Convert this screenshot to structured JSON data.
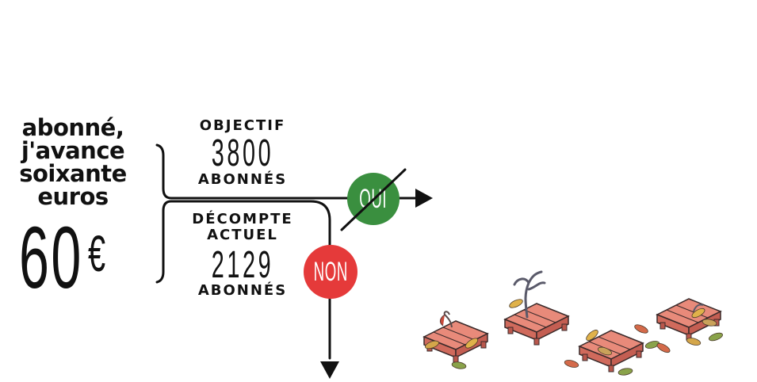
{
  "left": {
    "line1": "abonné,",
    "line2": "j'avance",
    "line3": "soixante",
    "line4": "euros",
    "amount": "60",
    "currency": "€"
  },
  "objectif": {
    "label": "OBJECTIF",
    "number": "3800",
    "unit": "ABONNÉS"
  },
  "decompte": {
    "label_line1": "DÉCOMPTE",
    "label_line2": "ACTUEL",
    "number": "2129",
    "unit": "ABONNÉS"
  },
  "oui": {
    "label": "OUI",
    "color": "#3a8f3f",
    "crossed_out": true
  },
  "non": {
    "label": "NON",
    "color": "#e53a3a"
  },
  "decoration": {
    "icon": "pallets-with-dry-trees-and-autumn-leaves"
  }
}
